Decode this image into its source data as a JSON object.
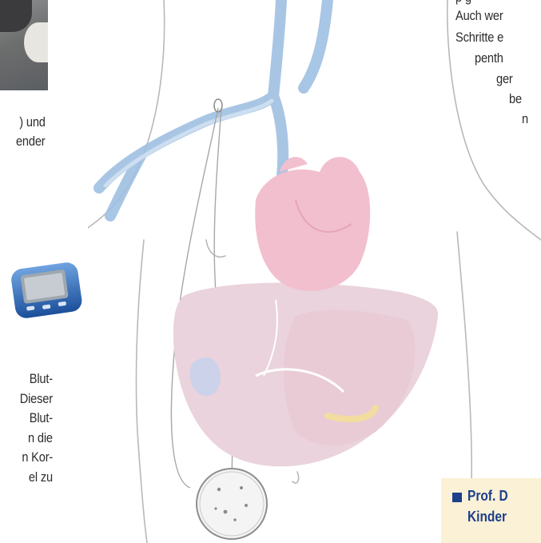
{
  "left_column": {
    "caption_lines": [
      ") und",
      "ender"
    ],
    "body_lines": [
      "Blut-",
      "Dieser",
      "Blut-",
      "n die",
      "n Kor-",
      "el zu"
    ]
  },
  "right_column": {
    "lines": [
      "p g",
      "Auch wer",
      "Schritte e",
      "penth",
      "ger",
      "be",
      "n"
    ]
  },
  "info_box": {
    "line1": "Prof. D",
    "line2": "Kinder"
  }
}
